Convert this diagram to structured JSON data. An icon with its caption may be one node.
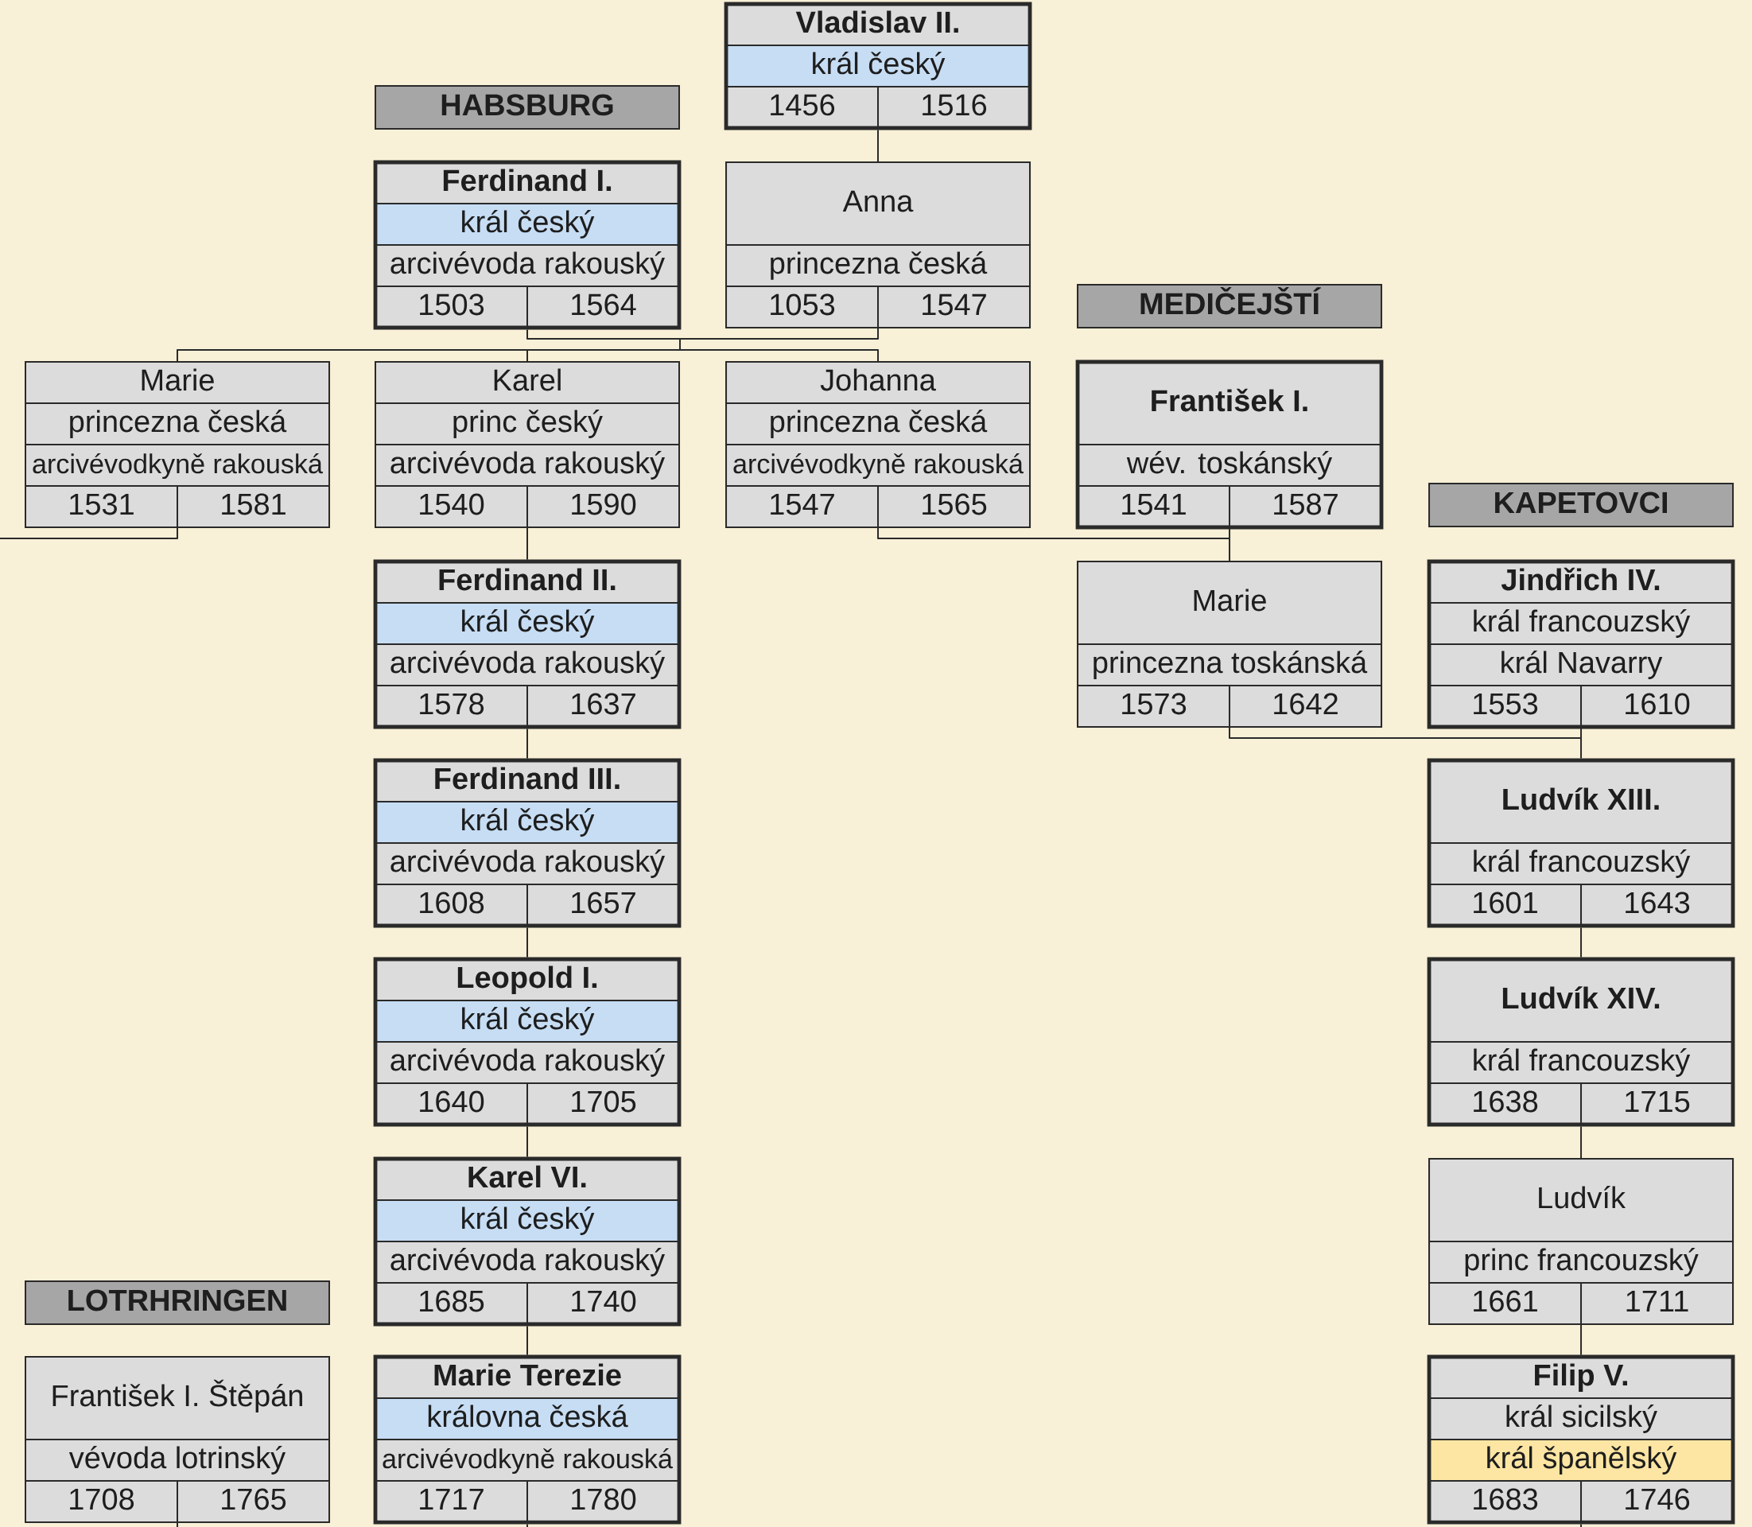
{
  "diagram": {
    "nodes": [
      {
        "text": [
          "Vladislav II.",
          "král český",
          "1456",
          "1516"
        ]
      },
      {
        "text": [
          "HABSBURG"
        ]
      },
      {
        "text": [
          "Ferdinand I.",
          "král český",
          "arcivévoda rakouský",
          "1503",
          "1564"
        ]
      },
      {
        "text": [
          "Anna",
          "princezna česká",
          "1053",
          "1547"
        ]
      },
      {
        "text": [
          "MEDIČEJŠTÍ"
        ]
      },
      {
        "text": [
          "Marie",
          "princezna česká",
          "arcivévodkyně rakouská",
          "1531",
          "1581"
        ]
      },
      {
        "text": [
          "Karel",
          "princ český",
          "arcivévoda rakouský",
          "1540",
          "1590"
        ]
      },
      {
        "text": [
          "Johanna",
          "princezna česká",
          "arcivévodkyně rakouská",
          "1547",
          "1565"
        ]
      },
      {
        "text": [
          "František I.",
          "wév. toskánský",
          "1541",
          "1587"
        ]
      },
      {
        "text": [
          "KAPETOVCI"
        ]
      },
      {
        "text": [
          "Ferdinand II.",
          "král český",
          "arcivévoda rakouský",
          "1578",
          "1637"
        ]
      },
      {
        "text": [
          "Marie",
          "princezna toskánská",
          "1573",
          "1642"
        ]
      },
      {
        "text": [
          "Jindřich IV.",
          "král francouzský",
          "král Navarry",
          "1553",
          "1610"
        ]
      },
      {
        "text": [
          "Ferdinand III.",
          "král český",
          "arcivévoda rakouský",
          "1608",
          "1657"
        ]
      },
      {
        "text": [
          "Ludvík XIII.",
          "král francouzský",
          "1601",
          "1643"
        ]
      },
      {
        "text": [
          "Leopold I.",
          "král český",
          "arcivévoda rakouský",
          "1640",
          "1705"
        ]
      },
      {
        "text": [
          "Ludvík XIV.",
          "král francouzský",
          "1638",
          "1715"
        ]
      },
      {
        "text": [
          "Karel VI.",
          "král český",
          "arcivévoda rakouský",
          "1685",
          "1740"
        ]
      },
      {
        "text": [
          "Ludvík",
          "princ francouzský",
          "1661",
          "1711"
        ]
      },
      {
        "text": [
          "LOTRHRINGEN"
        ]
      },
      {
        "text": [
          "František I. Štěpán",
          "vévoda lotrinský",
          "1708",
          "1765"
        ]
      },
      {
        "text": [
          "Marie Terezie",
          "královna česká",
          "arcivévodkyně rakouská",
          "1717",
          "1780"
        ]
      },
      {
        "text": [
          "Filip V.",
          "král sicilský",
          "král španělský",
          "1683",
          "1746"
        ]
      }
    ],
    "edges": [
      {
        "from": 0,
        "to": 3,
        "arrow": "none"
      },
      {
        "from": 2,
        "to": 5,
        "arrow": "none"
      },
      {
        "from": 2,
        "to": 6,
        "arrow": "none"
      },
      {
        "from": 2,
        "to": 7,
        "arrow": "none"
      },
      {
        "from": 3,
        "to": 5,
        "arrow": "none"
      },
      {
        "from": 3,
        "to": 6,
        "arrow": "none"
      },
      {
        "from": 3,
        "to": 7,
        "arrow": "none"
      },
      {
        "from": 5,
        "to": null,
        "arrow": "none"
      },
      {
        "from": 6,
        "to": 10,
        "arrow": "none"
      },
      {
        "from": 7,
        "to": 11,
        "arrow": "none"
      },
      {
        "from": 8,
        "to": 11,
        "arrow": "none"
      },
      {
        "from": 10,
        "to": 13,
        "arrow": "none"
      },
      {
        "from": 12,
        "to": 14,
        "arrow": "none"
      },
      {
        "from": 11,
        "to": 14,
        "arrow": "none"
      },
      {
        "from": 13,
        "to": 15,
        "arrow": "none"
      },
      {
        "from": 14,
        "to": 16,
        "arrow": "none"
      },
      {
        "from": 15,
        "to": 17,
        "arrow": "none"
      },
      {
        "from": 16,
        "to": 18,
        "arrow": "none"
      },
      {
        "from": 17,
        "to": 21,
        "arrow": "none"
      },
      {
        "from": 18,
        "to": 22,
        "arrow": "none"
      },
      {
        "from": 20,
        "to": null,
        "arrow": "none"
      },
      {
        "from": 21,
        "to": null,
        "arrow": "none"
      },
      {
        "from": 22,
        "to": null,
        "arrow": "none"
      }
    ]
  }
}
